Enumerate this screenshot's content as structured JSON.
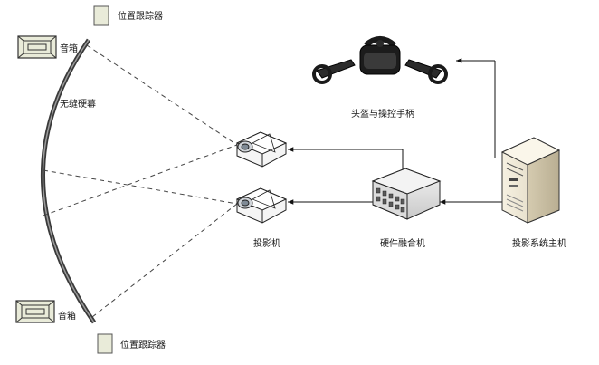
{
  "labels": {
    "tracker_top": "位置跟踪器",
    "tracker_bottom": "位置跟踪器",
    "speaker_top": "音箱",
    "speaker_bottom": "音箱",
    "screen": "无缝硬幕",
    "headset": "头盔与操控手柄",
    "projector": "投影机",
    "blender": "硬件融合机",
    "host": "投影系统主机"
  }
}
